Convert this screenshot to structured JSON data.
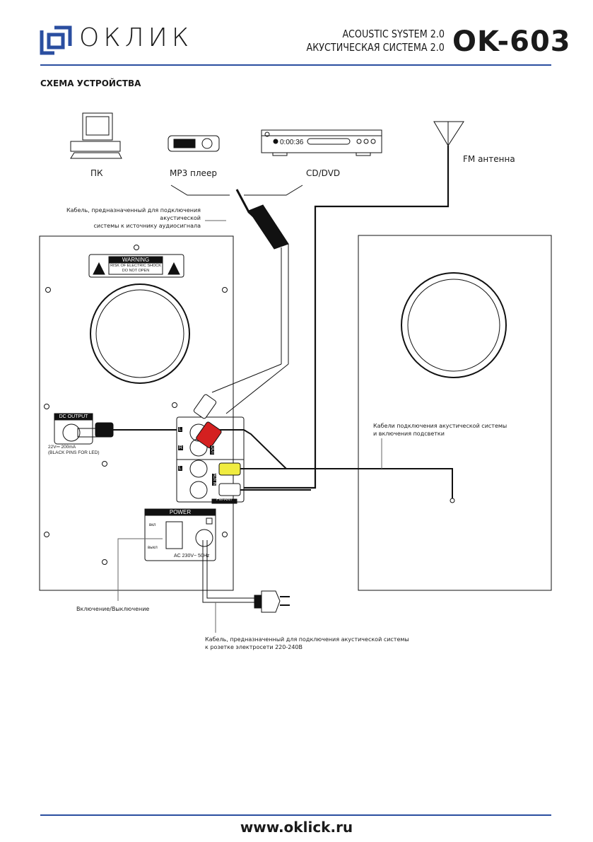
{
  "header": {
    "brand": "ОКЛИК",
    "subtitle_en": "ACOUSTIC SYSTEM 2.0",
    "subtitle_ru": "АКУСТИЧЕСКАЯ СИСТЕМА 2.0",
    "model": "OK-603",
    "accent_color": "#2a4ea0"
  },
  "section_title": "СХЕМА УСТРОЙСТВА",
  "sources": {
    "pc": "ПК",
    "mp3": "MP3 плеер",
    "cd": "CD/DVD",
    "cd_display": "0:00:36",
    "antenna": "FM антенна"
  },
  "captions": {
    "audio_cable_1": "Кабель, предназначенный для подключения акустической",
    "audio_cable_2": "системы к источнику аудиосигнала",
    "speaker_cable_1": "Кабели подключения акустической системы",
    "speaker_cable_2": "и включения подсветки",
    "power_switch": "Включение/Выключение",
    "power_cable_1": "Кабель, предназначенный для подключения акустической системы",
    "power_cable_2": "к розетке электросети 220-240В"
  },
  "panel": {
    "warning": "WARNING",
    "warning_1": "RISK OF ELECTRIC SHOCK",
    "warning_2": "DO NOT OPEN",
    "dc_output": "DC OUTPUT",
    "dc_spec": "22V⎓ 200mA",
    "dc_note": "(BLACK PINS FOR LED)",
    "port_l": "L",
    "port_r": "R",
    "port_l2": "L",
    "out": "OUT",
    "aux": "AUX IN",
    "fm_ant": "FM-ANT",
    "power": "POWER",
    "on": "вкл",
    "off": "выкл",
    "ac": "AC 230V~ 50Hz"
  },
  "footer": {
    "website": "www.oklick.ru"
  }
}
